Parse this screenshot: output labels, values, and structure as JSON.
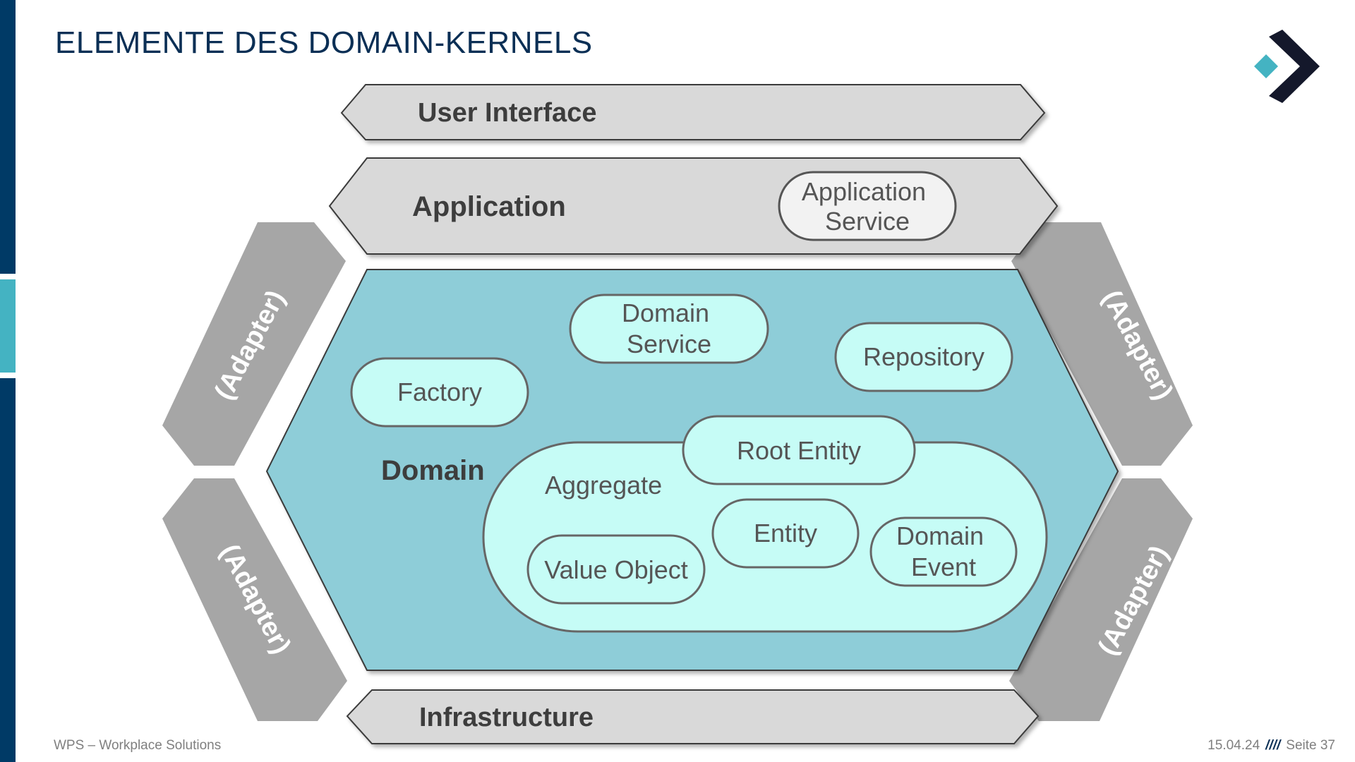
{
  "slide": {
    "title": "ELEMENTE DES DOMAIN-KERNELS"
  },
  "layers": {
    "user_interface": "User Interface",
    "application": "Application",
    "domain": "Domain",
    "infrastructure": "Infrastructure"
  },
  "adapters": {
    "top_left": "(Adapter)",
    "bottom_left": "(Adapter)",
    "top_right": "(Adapter)",
    "bottom_right": "(Adapter)"
  },
  "elements": {
    "application_service": {
      "line1": "Application",
      "line2": "Service"
    },
    "domain_service": {
      "line1": "Domain",
      "line2": "Service"
    },
    "repository": "Repository",
    "factory": "Factory",
    "aggregate": "Aggregate",
    "root_entity": "Root Entity",
    "entity": "Entity",
    "domain_event": {
      "line1": "Domain",
      "line2": "Event"
    },
    "value_object": "Value Object"
  },
  "footer": {
    "company": "WPS – Workplace Solutions",
    "date": "15.04.24",
    "separator": "////",
    "page": "Seite 37"
  },
  "colors": {
    "navy": "#003a66",
    "teal": "#44b3c2",
    "layer_gray": "#d9d9d9",
    "adapter_gray": "#a6a6a6",
    "domain_fill": "#8ecdd8",
    "pill_fill": "#c6fcf6"
  }
}
